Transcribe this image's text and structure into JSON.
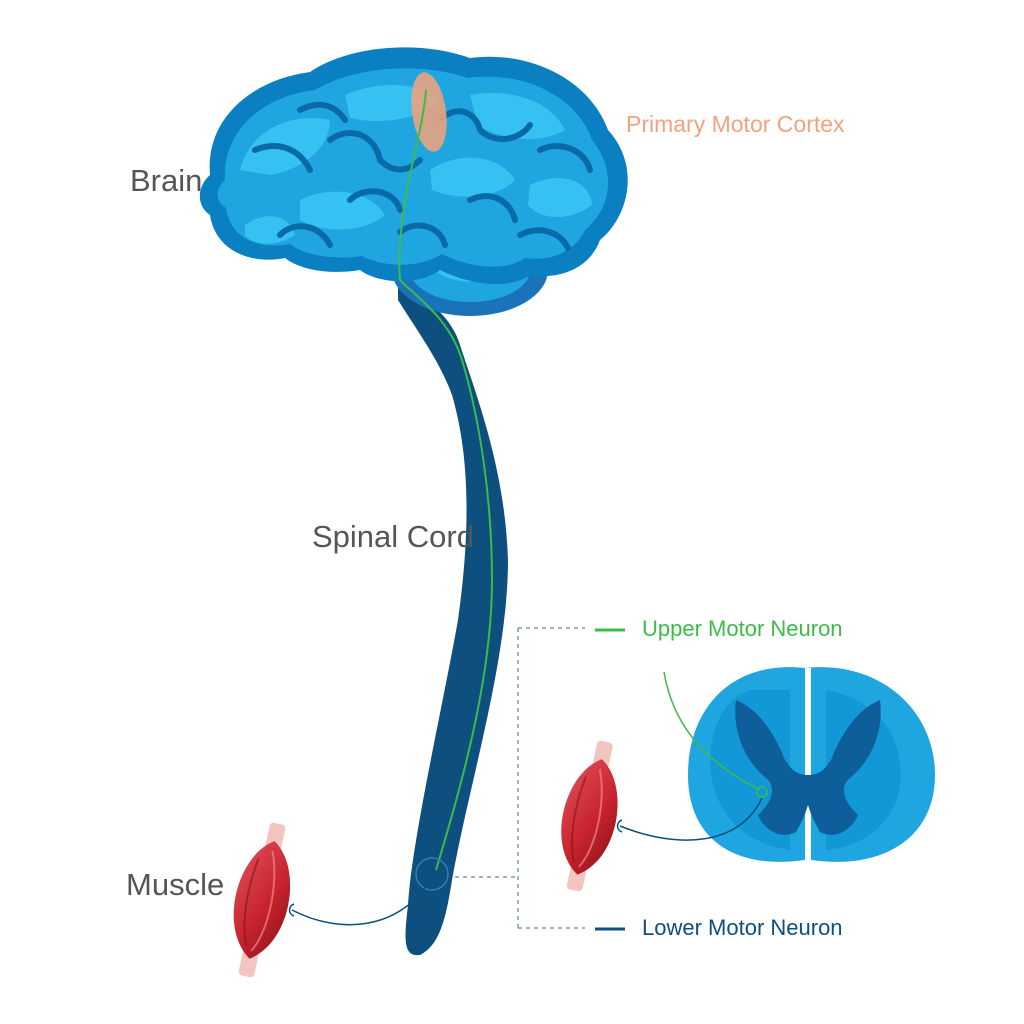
{
  "labels": {
    "brain": "Brain",
    "primary_motor_cortex": "Primary Motor Cortex",
    "spinal_cord": "Spinal Cord",
    "muscle": "Muscle",
    "upper_motor_neuron": "Upper Motor Neuron",
    "lower_motor_neuron": "Lower Motor Neuron"
  },
  "legend": [
    {
      "key": "upper_motor_neuron",
      "color": "#3dbb49"
    },
    {
      "key": "lower_motor_neuron",
      "color": "#0d4f7e"
    }
  ],
  "colors": {
    "brain_light": "#1fa6e0",
    "brain_dark": "#0a7fc2",
    "brain_highlight": "#35c2f2",
    "cerebellum": "#1a73b8",
    "spinal_cord": "#0d4f7e",
    "cortex_highlight": "#e9a37f",
    "upper_neuron": "#3dbb49",
    "lower_neuron": "#0d4f7e",
    "muscle": "#c8242e",
    "tendon": "#f4c4bf",
    "dashed_guide": "#7a9cb5"
  }
}
